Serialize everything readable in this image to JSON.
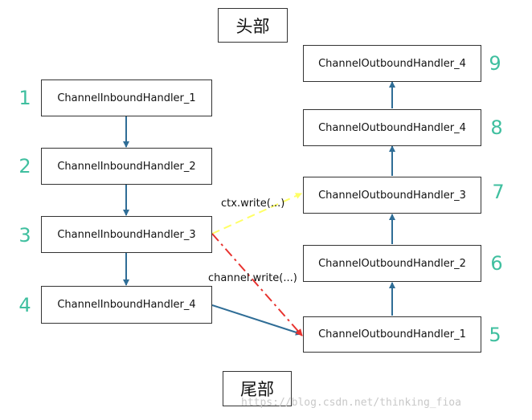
{
  "top_label": "头部",
  "bottom_label": "尾部",
  "inbound": [
    {
      "num": "1",
      "label": "ChannelInboundHandler_1"
    },
    {
      "num": "2",
      "label": "ChannelInboundHandler_2"
    },
    {
      "num": "3",
      "label": "ChannelInboundHandler_3"
    },
    {
      "num": "4",
      "label": "ChannelInboundHandler_4"
    }
  ],
  "outbound": [
    {
      "num": "9",
      "label": "ChannelOutboundHandler_4"
    },
    {
      "num": "8",
      "label": "ChannelOutboundHandler_4"
    },
    {
      "num": "7",
      "label": "ChannelOutboundHandler_3"
    },
    {
      "num": "6",
      "label": "ChannelOutboundHandler_2"
    },
    {
      "num": "5",
      "label": "ChannelOutboundHandler_1"
    }
  ],
  "arrow_labels": {
    "ctx_write": "ctx.write(...)",
    "channel_write": "channel.write(...)"
  },
  "watermark": "https://blog.csdn.net/thinking_fioa",
  "colors": {
    "number": "#3fbf9f",
    "arrow": "#2f6d96",
    "ctx_arrow": "#ffff66",
    "channel_arrow": "#e8322e"
  }
}
